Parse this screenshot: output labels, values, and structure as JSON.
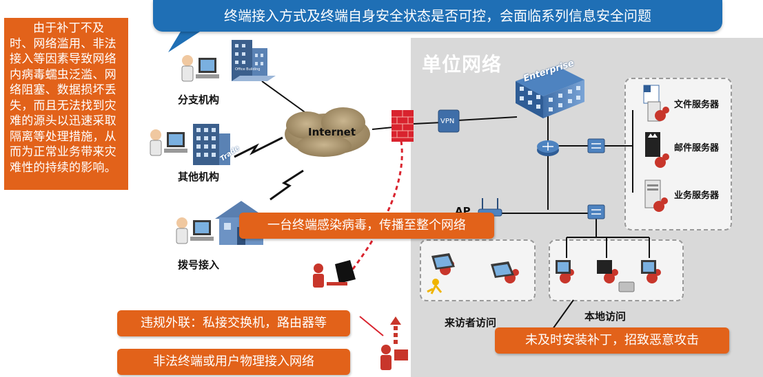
{
  "title": "终端接入方式及终端自身安全状态是否可控，会面临系列信息安全问题",
  "left_text": "由于补丁不及时、网络滥用、非法接入等因素导致网络内病毒蠕虫泛滥、网络阻塞、数据损坏丢失，而且无法找到灾难的源头以迅速采取隔离等处理措施，从而为正常业务带来灾难性的持续的影响。",
  "unit_network_label": "单位网络",
  "nodes": {
    "branch": "分支机构",
    "other": "其他机构",
    "dialup": "拨号接入",
    "internet": "Internet",
    "vpn": "VPN",
    "enterprise": "Enterprise",
    "office_building": "Office Building",
    "trade": "Trade",
    "ap": "AP",
    "file_server": "文件服务器",
    "mail_server": "邮件服务器",
    "biz_server": "业务服务器",
    "visitor": "来访者访问",
    "local": "本地访问"
  },
  "callouts": {
    "infection": "一台终端感染病毒，传播至整个网络",
    "illegal_link": "违规外联：私接交换机，路由器等",
    "illegal_terminal": "非法终端或用户物理接入网络",
    "unpatched": "未及时安装补丁，招致恶意攻击"
  },
  "colors": {
    "title_blue": "#1f6fb5",
    "accent_orange": "#e2621a",
    "panel_gray": "#d9d9d9",
    "virus_red": "#c8362b",
    "firewall_red": "#d9232e"
  }
}
